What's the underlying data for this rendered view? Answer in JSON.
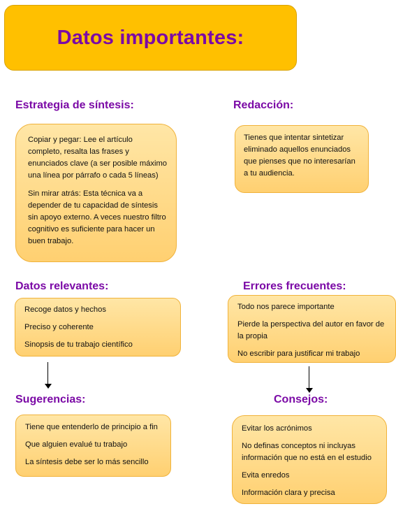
{
  "title": "Datos importantes:",
  "sections": {
    "estrategia": {
      "heading": "Estrategia de síntesis:",
      "paragraphs": [
        "Copiar y pegar: Lee el artículo completo, resalta las frases y enunciados clave (a ser posible máximo una línea por párrafo o cada 5 líneas)",
        "Sin mirar atrás: Esta técnica va a depender de tu capacidad de síntesis sin apoyo externo. A veces nuestro filtro cognitivo es suficiente para hacer un buen trabajo."
      ]
    },
    "redaccion": {
      "heading": "Redacción:",
      "paragraphs": [
        "Tienes que intentar sintetizar eliminado aquellos enunciados que pienses que no interesarían a tu audiencia."
      ]
    },
    "datos_relevantes": {
      "heading": "Datos relevantes:",
      "items": [
        "Recoge datos y hechos",
        "Preciso y coherente",
        "Sinopsis de tu trabajo científico"
      ]
    },
    "errores": {
      "heading": "Errores frecuentes:",
      "items": [
        "Todo nos parece importante",
        "Pierde la perspectiva del autor en favor de la propia",
        "No escribir para justificar mi trabajo"
      ]
    },
    "sugerencias": {
      "heading": "Sugerencias:",
      "items": [
        "Tiene que entenderlo de principio a fin",
        "Que alguien evalué tu trabajo",
        "La síntesis debe ser lo más sencillo"
      ]
    },
    "consejos": {
      "heading": "Consejos:",
      "items": [
        "Evitar los acrónimos",
        "No definas conceptos ni incluyas información que no está en el estudio",
        "Evita enredos",
        "Información clara y precisa"
      ]
    }
  },
  "colors": {
    "title_fill": "#ffc000",
    "heading_text": "#7b0aa6",
    "card_fill_top": "#ffe6a6",
    "card_fill_bottom": "#ffd071",
    "card_border": "#f0b23a"
  }
}
